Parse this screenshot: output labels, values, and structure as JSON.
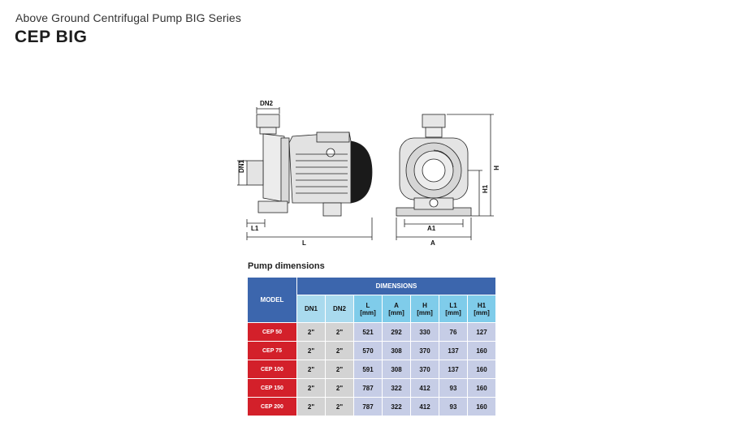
{
  "header": {
    "subtitle": "Above Ground Centrifugal Pump BIG Series",
    "title": "CEP BIG"
  },
  "drawing": {
    "labels": {
      "dn2": "DN2",
      "dn1": "DN1",
      "l1": "L1",
      "l": "L",
      "a1": "A1",
      "a": "A",
      "h": "H",
      "h1": "H1"
    }
  },
  "table": {
    "section_title": "Pump dimensions",
    "model_header": "MODEL",
    "group_header": "DIMENSIONS",
    "columns": [
      {
        "name": "DN1",
        "unit": ""
      },
      {
        "name": "DN2",
        "unit": ""
      },
      {
        "name": "L",
        "unit": "[mm]"
      },
      {
        "name": "A",
        "unit": "[mm]"
      },
      {
        "name": "H",
        "unit": "[mm]"
      },
      {
        "name": "L1",
        "unit": "[mm]"
      },
      {
        "name": "H1",
        "unit": "[mm]"
      }
    ],
    "rows": [
      {
        "model": "CEP 50",
        "values": [
          "2\"",
          "2\"",
          "521",
          "292",
          "330",
          "76",
          "127"
        ]
      },
      {
        "model": "CEP 75",
        "values": [
          "2\"",
          "2\"",
          "570",
          "308",
          "370",
          "137",
          "160"
        ]
      },
      {
        "model": "CEP 100",
        "values": [
          "2\"",
          "2\"",
          "591",
          "308",
          "370",
          "137",
          "160"
        ]
      },
      {
        "model": "CEP 150",
        "values": [
          "2\"",
          "2\"",
          "787",
          "322",
          "412",
          "93",
          "160"
        ]
      },
      {
        "model": "CEP 200",
        "values": [
          "2\"",
          "2\"",
          "787",
          "322",
          "412",
          "93",
          "160"
        ]
      }
    ]
  },
  "colors": {
    "header_blue": "#3c66ad",
    "model_red": "#d3202a",
    "light_cyan": "#a9daee",
    "cyan": "#7fccea",
    "gray": "#d3d3d3",
    "lavender": "#c6cde6"
  }
}
